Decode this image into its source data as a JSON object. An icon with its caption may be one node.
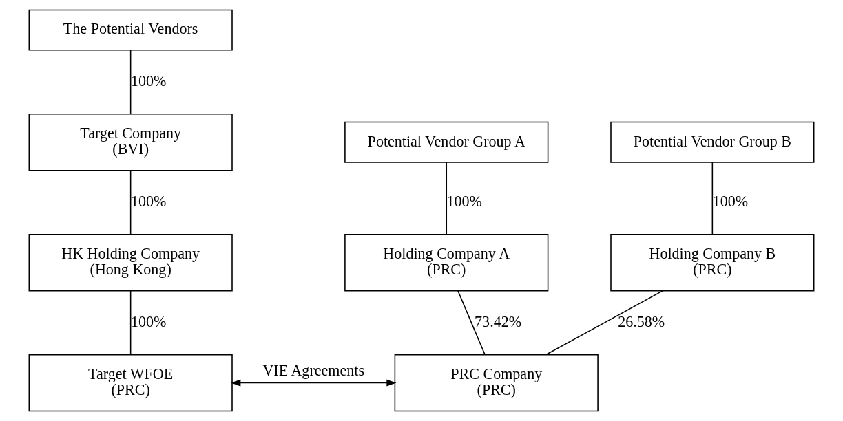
{
  "diagram": {
    "nodes": [
      {
        "text": [
          "The Potential Vendors"
        ]
      },
      {
        "text": [
          "Target Company",
          "(BVI)"
        ]
      },
      {
        "text": [
          "HK Holding Company",
          "(Hong Kong)"
        ]
      },
      {
        "text": [
          "Target WFOE",
          "(PRC)"
        ]
      },
      {
        "text": [
          "Potential Vendor Group A"
        ]
      },
      {
        "text": [
          "Potential Vendor Group B"
        ]
      },
      {
        "text": [
          "Holding Company A",
          "(PRC)"
        ]
      },
      {
        "text": [
          "Holding Company B",
          "(PRC)"
        ]
      },
      {
        "text": [
          "PRC Company",
          "(PRC)"
        ]
      }
    ],
    "edges": [
      {
        "from": 0,
        "to": 1,
        "arrow": "none",
        "label": "100%"
      },
      {
        "from": 1,
        "to": 2,
        "arrow": "none",
        "label": "100%"
      },
      {
        "from": 2,
        "to": 3,
        "arrow": "none",
        "label": "100%"
      },
      {
        "from": 4,
        "to": 6,
        "arrow": "none",
        "label": "100%"
      },
      {
        "from": 5,
        "to": 7,
        "arrow": "none",
        "label": "100%"
      },
      {
        "from": 6,
        "to": 8,
        "arrow": "none",
        "label": "73.42%"
      },
      {
        "from": 7,
        "to": 8,
        "arrow": "none",
        "label": "26.58%"
      },
      {
        "from": 3,
        "to": 8,
        "arrow": "both",
        "label": "VIE Agreements"
      }
    ]
  }
}
